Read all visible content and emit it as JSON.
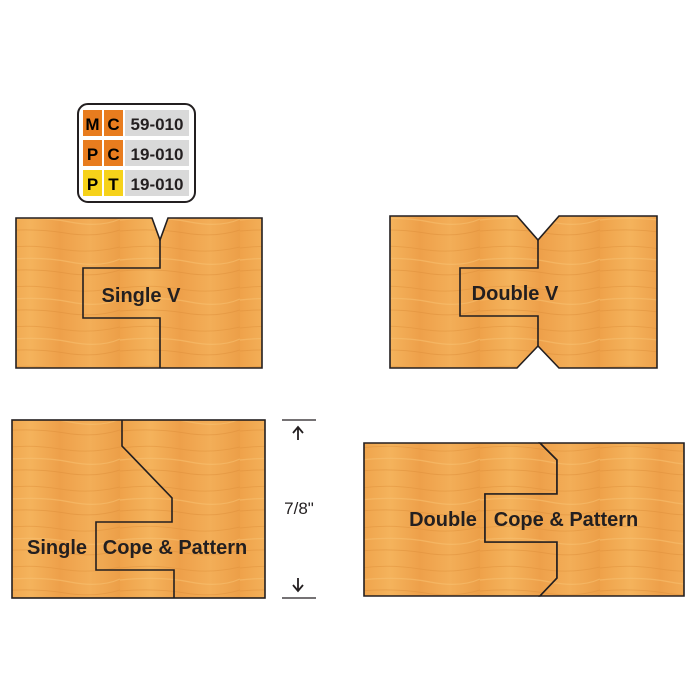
{
  "legend": {
    "rows": [
      {
        "c1": "M",
        "c2": "C",
        "code": "59-010",
        "c1_color": "#e87c1e",
        "c2_color": "#e87c1e"
      },
      {
        "c1": "P",
        "c2": "C",
        "code": "19-010",
        "c1_color": "#e87c1e",
        "c2_color": "#e87c1e"
      },
      {
        "c1": "P",
        "c2": "T",
        "code": "19-010",
        "c1_color": "#f6d21a",
        "c2_color": "#f6d21a"
      }
    ]
  },
  "profiles": {
    "single_v": {
      "label": "Single V"
    },
    "double_v": {
      "label": "Double V"
    },
    "single_cope": {
      "label_left": "Single",
      "label_right": "Cope & Pattern"
    },
    "double_cope": {
      "label_left": "Double",
      "label_right": "Cope & Pattern"
    }
  },
  "dimension": {
    "label": "7/8\""
  },
  "colors": {
    "wood": "#f0a94e",
    "outline": "#231f20",
    "chip_bg": "#d9d9d9"
  }
}
